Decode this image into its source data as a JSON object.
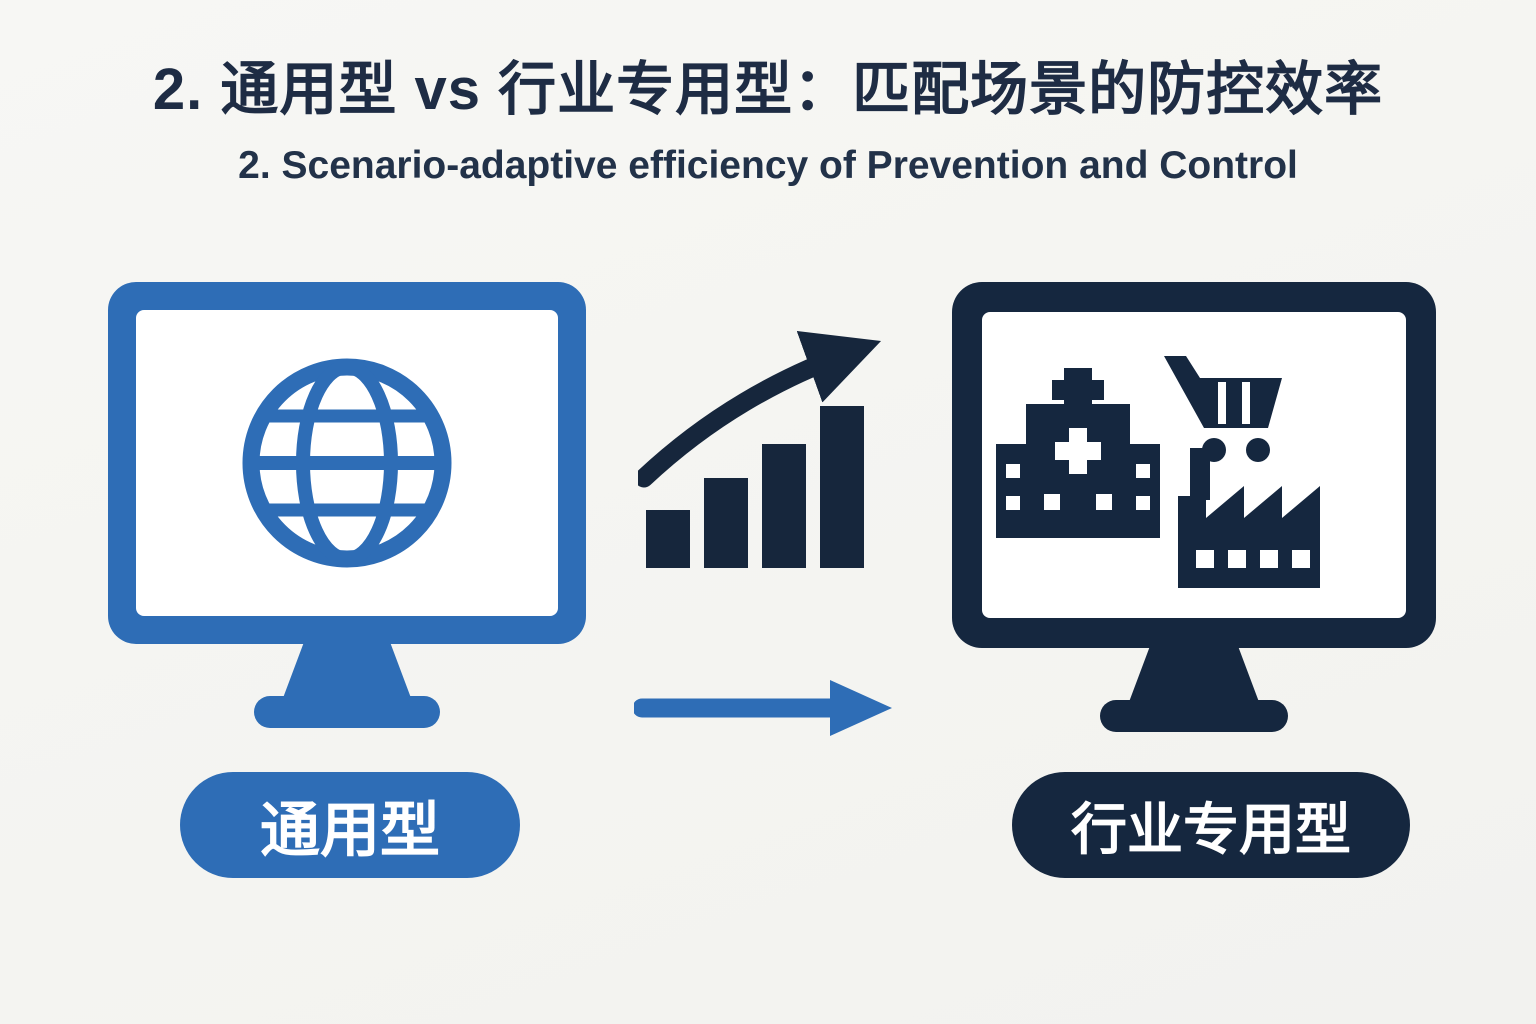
{
  "header": {
    "title": "2. 通用型 vs 行业专用型：匹配场景的防控效率",
    "subtitle": "2. Scenario-adaptive efficiency of Prevention and Control"
  },
  "left_panel": {
    "label": "通用型",
    "icon": "globe-icon",
    "monitor_icon": "monitor-icon"
  },
  "middle_panel": {
    "icons": [
      "growth-chart-icon",
      "arrow-right-icon"
    ]
  },
  "right_panel": {
    "label": "行业专用型",
    "icons": [
      "hospital-icon",
      "shopping-cart-icon",
      "factory-icon"
    ],
    "monitor_icon": "monitor-icon"
  },
  "colors": {
    "blue": "#2e6db6",
    "navy": "#15273f",
    "title_text": "#1e2c44",
    "background": "#f5f5f2",
    "screen": "#ffffff"
  }
}
